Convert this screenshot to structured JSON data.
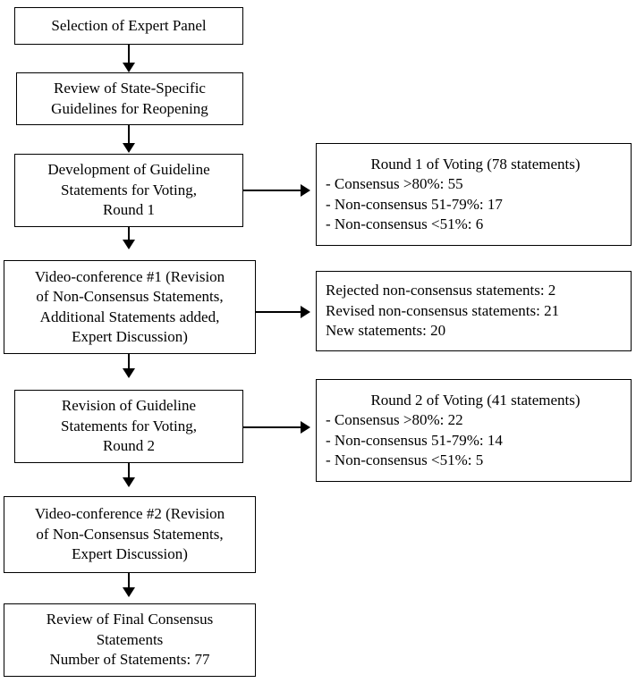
{
  "diagram": {
    "type": "flowchart",
    "nodes": [
      {
        "id": "selection",
        "lines": [
          "Selection of Expert Panel"
        ]
      },
      {
        "id": "review-guidelines",
        "lines": [
          "Review of State-Specific",
          "Guidelines for Reopening"
        ]
      },
      {
        "id": "development-round1",
        "lines": [
          "Development of Guideline",
          "Statements for Voting,",
          "Round 1"
        ]
      },
      {
        "id": "round1-voting",
        "title": "Round 1 of Voting (78 statements)",
        "lines": [
          "- Consensus >80%: 55",
          "- Non-consensus 51-79%: 17",
          "- Non-consensus <51%: 6"
        ]
      },
      {
        "id": "video-conference-1",
        "lines": [
          "Video-conference #1 (Revision",
          "of Non-Consensus Statements,",
          "Additional Statements added,",
          "Expert Discussion)"
        ]
      },
      {
        "id": "vc1-outcomes",
        "lines": [
          "Rejected non-consensus statements: 2",
          "Revised non-consensus statements: 21",
          "New statements: 20"
        ]
      },
      {
        "id": "revision-round2",
        "lines": [
          "Revision of Guideline",
          "Statements for Voting,",
          "Round 2"
        ]
      },
      {
        "id": "round2-voting",
        "title": "Round 2 of Voting (41 statements)",
        "lines": [
          "- Consensus >80%: 22",
          "- Non-consensus 51-79%: 14",
          "- Non-consensus <51%: 5"
        ]
      },
      {
        "id": "video-conference-2",
        "lines": [
          "Video-conference #2 (Revision",
          "of Non-Consensus Statements,",
          "Expert Discussion)"
        ]
      },
      {
        "id": "final-consensus",
        "lines": [
          "Review of Final Consensus",
          "Statements",
          "Number of Statements: 77"
        ]
      }
    ]
  }
}
